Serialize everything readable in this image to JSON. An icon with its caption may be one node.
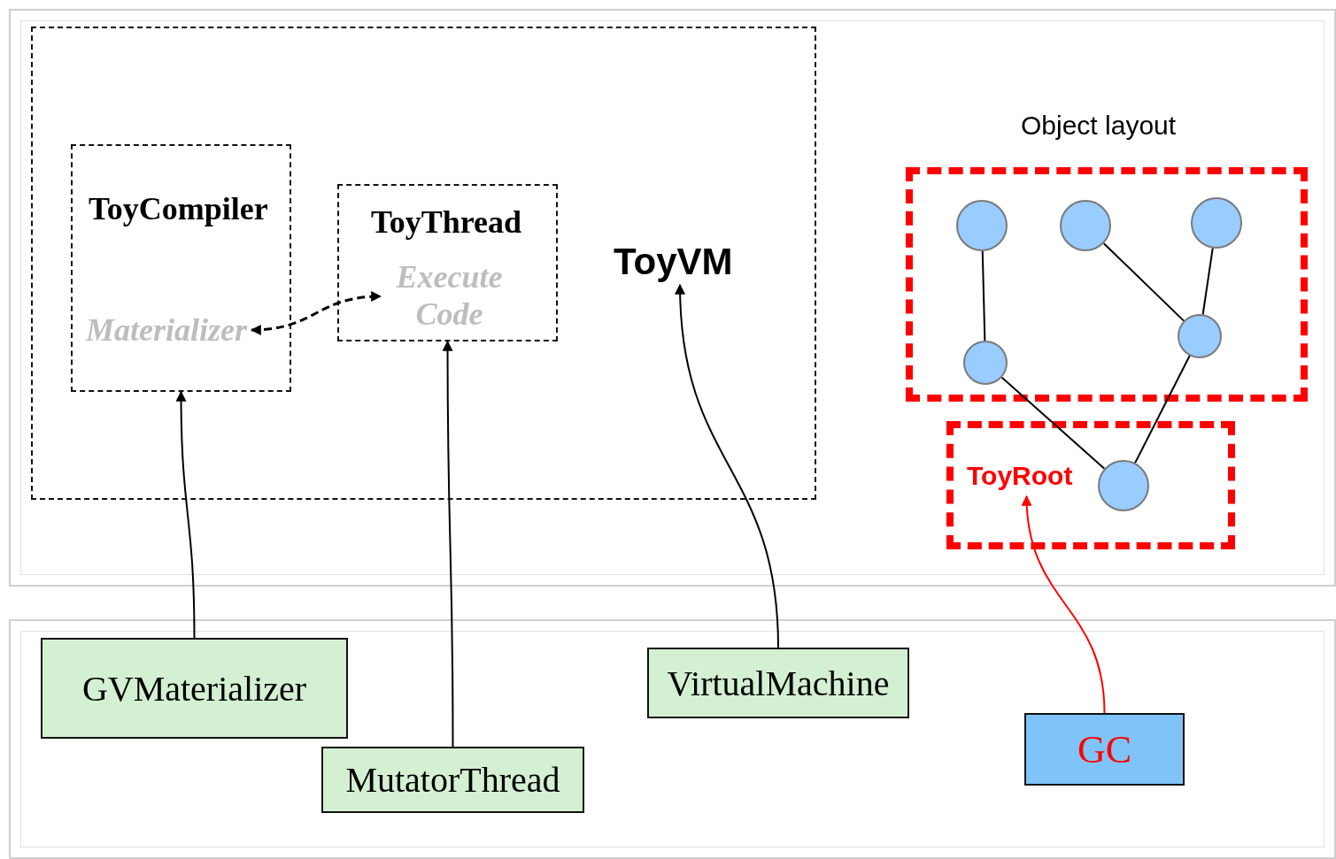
{
  "diagram": {
    "nodes": [
      {
        "text": [],
        "shape": "box"
      },
      {
        "text": [
          "ToyVM"
        ],
        "in": 0
      },
      {
        "text": [
          "ToyCompiler"
        ],
        "in": 0
      },
      {
        "text": [
          "Materializer"
        ],
        "in": 2
      },
      {
        "text": [
          "ToyThread"
        ],
        "in": 0
      },
      {
        "text": [
          "Execute Code"
        ],
        "in": 4
      },
      {
        "text": [
          "Object layout"
        ]
      },
      {
        "text": [],
        "shape": "circle",
        "in": 6
      },
      {
        "text": [],
        "shape": "circle",
        "in": 6
      },
      {
        "text": [],
        "shape": "circle",
        "in": 6
      },
      {
        "text": [],
        "shape": "circle",
        "in": 6
      },
      {
        "text": [],
        "shape": "circle",
        "in": 6
      },
      {
        "text": [],
        "shape": "box"
      },
      {
        "text": [
          "ToyRoot"
        ],
        "in": 12
      },
      {
        "text": [],
        "shape": "circle",
        "in": 12
      },
      {
        "text": [
          "GVMaterializer"
        ]
      },
      {
        "text": [
          "MutatorThread"
        ]
      },
      {
        "text": [
          "VirtualMachine"
        ]
      },
      {
        "text": [
          "GC"
        ]
      }
    ],
    "edges": [
      {
        "from": 3,
        "to": 5,
        "arrow": "both",
        "style": "dashed"
      },
      {
        "from": 15,
        "to": 2,
        "arrow": "to"
      },
      {
        "from": 16,
        "to": 4,
        "arrow": "to"
      },
      {
        "from": 17,
        "to": 1,
        "arrow": "to"
      },
      {
        "from": 18,
        "to": 13,
        "arrow": "to",
        "color": "#ff0000"
      },
      {
        "from": 7,
        "to": 10,
        "arrow": "none"
      },
      {
        "from": 8,
        "to": 11,
        "arrow": "none"
      },
      {
        "from": 9,
        "to": 11,
        "arrow": "none"
      },
      {
        "from": 10,
        "to": 14,
        "arrow": "none"
      },
      {
        "from": 11,
        "to": 14,
        "arrow": "none"
      }
    ]
  }
}
